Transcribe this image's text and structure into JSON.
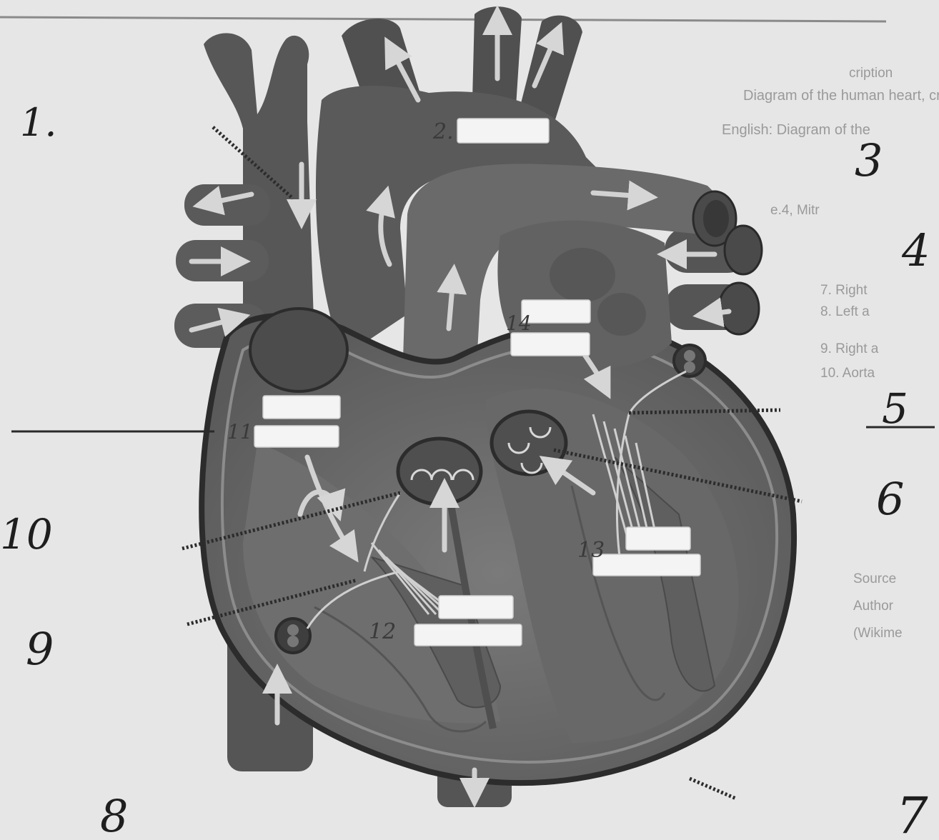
{
  "background_text": [
    "cription",
    "Diagram of the human heart, created by cropping an image. Properly",
    "English: Diagram of the",
    "e.4, Mitr",
    "7. Right",
    "8. Left a",
    "9. Right a",
    "10. Aorta",
    "Source",
    "Author",
    "(Wikime"
  ],
  "hand_labels": [
    "1.",
    "3",
    "4",
    "5",
    "6",
    "7",
    "8",
    "9",
    "10"
  ],
  "pencil_labels": [
    "2.",
    "14",
    "11",
    "12",
    "13"
  ],
  "colors": {
    "paper": "#e6e6e6",
    "vessel": "#555555",
    "chamber": "#6f6f6f",
    "outline": "#2c2c2c",
    "arrow": "#d2d2d2",
    "tape": "#f4f4f4"
  }
}
